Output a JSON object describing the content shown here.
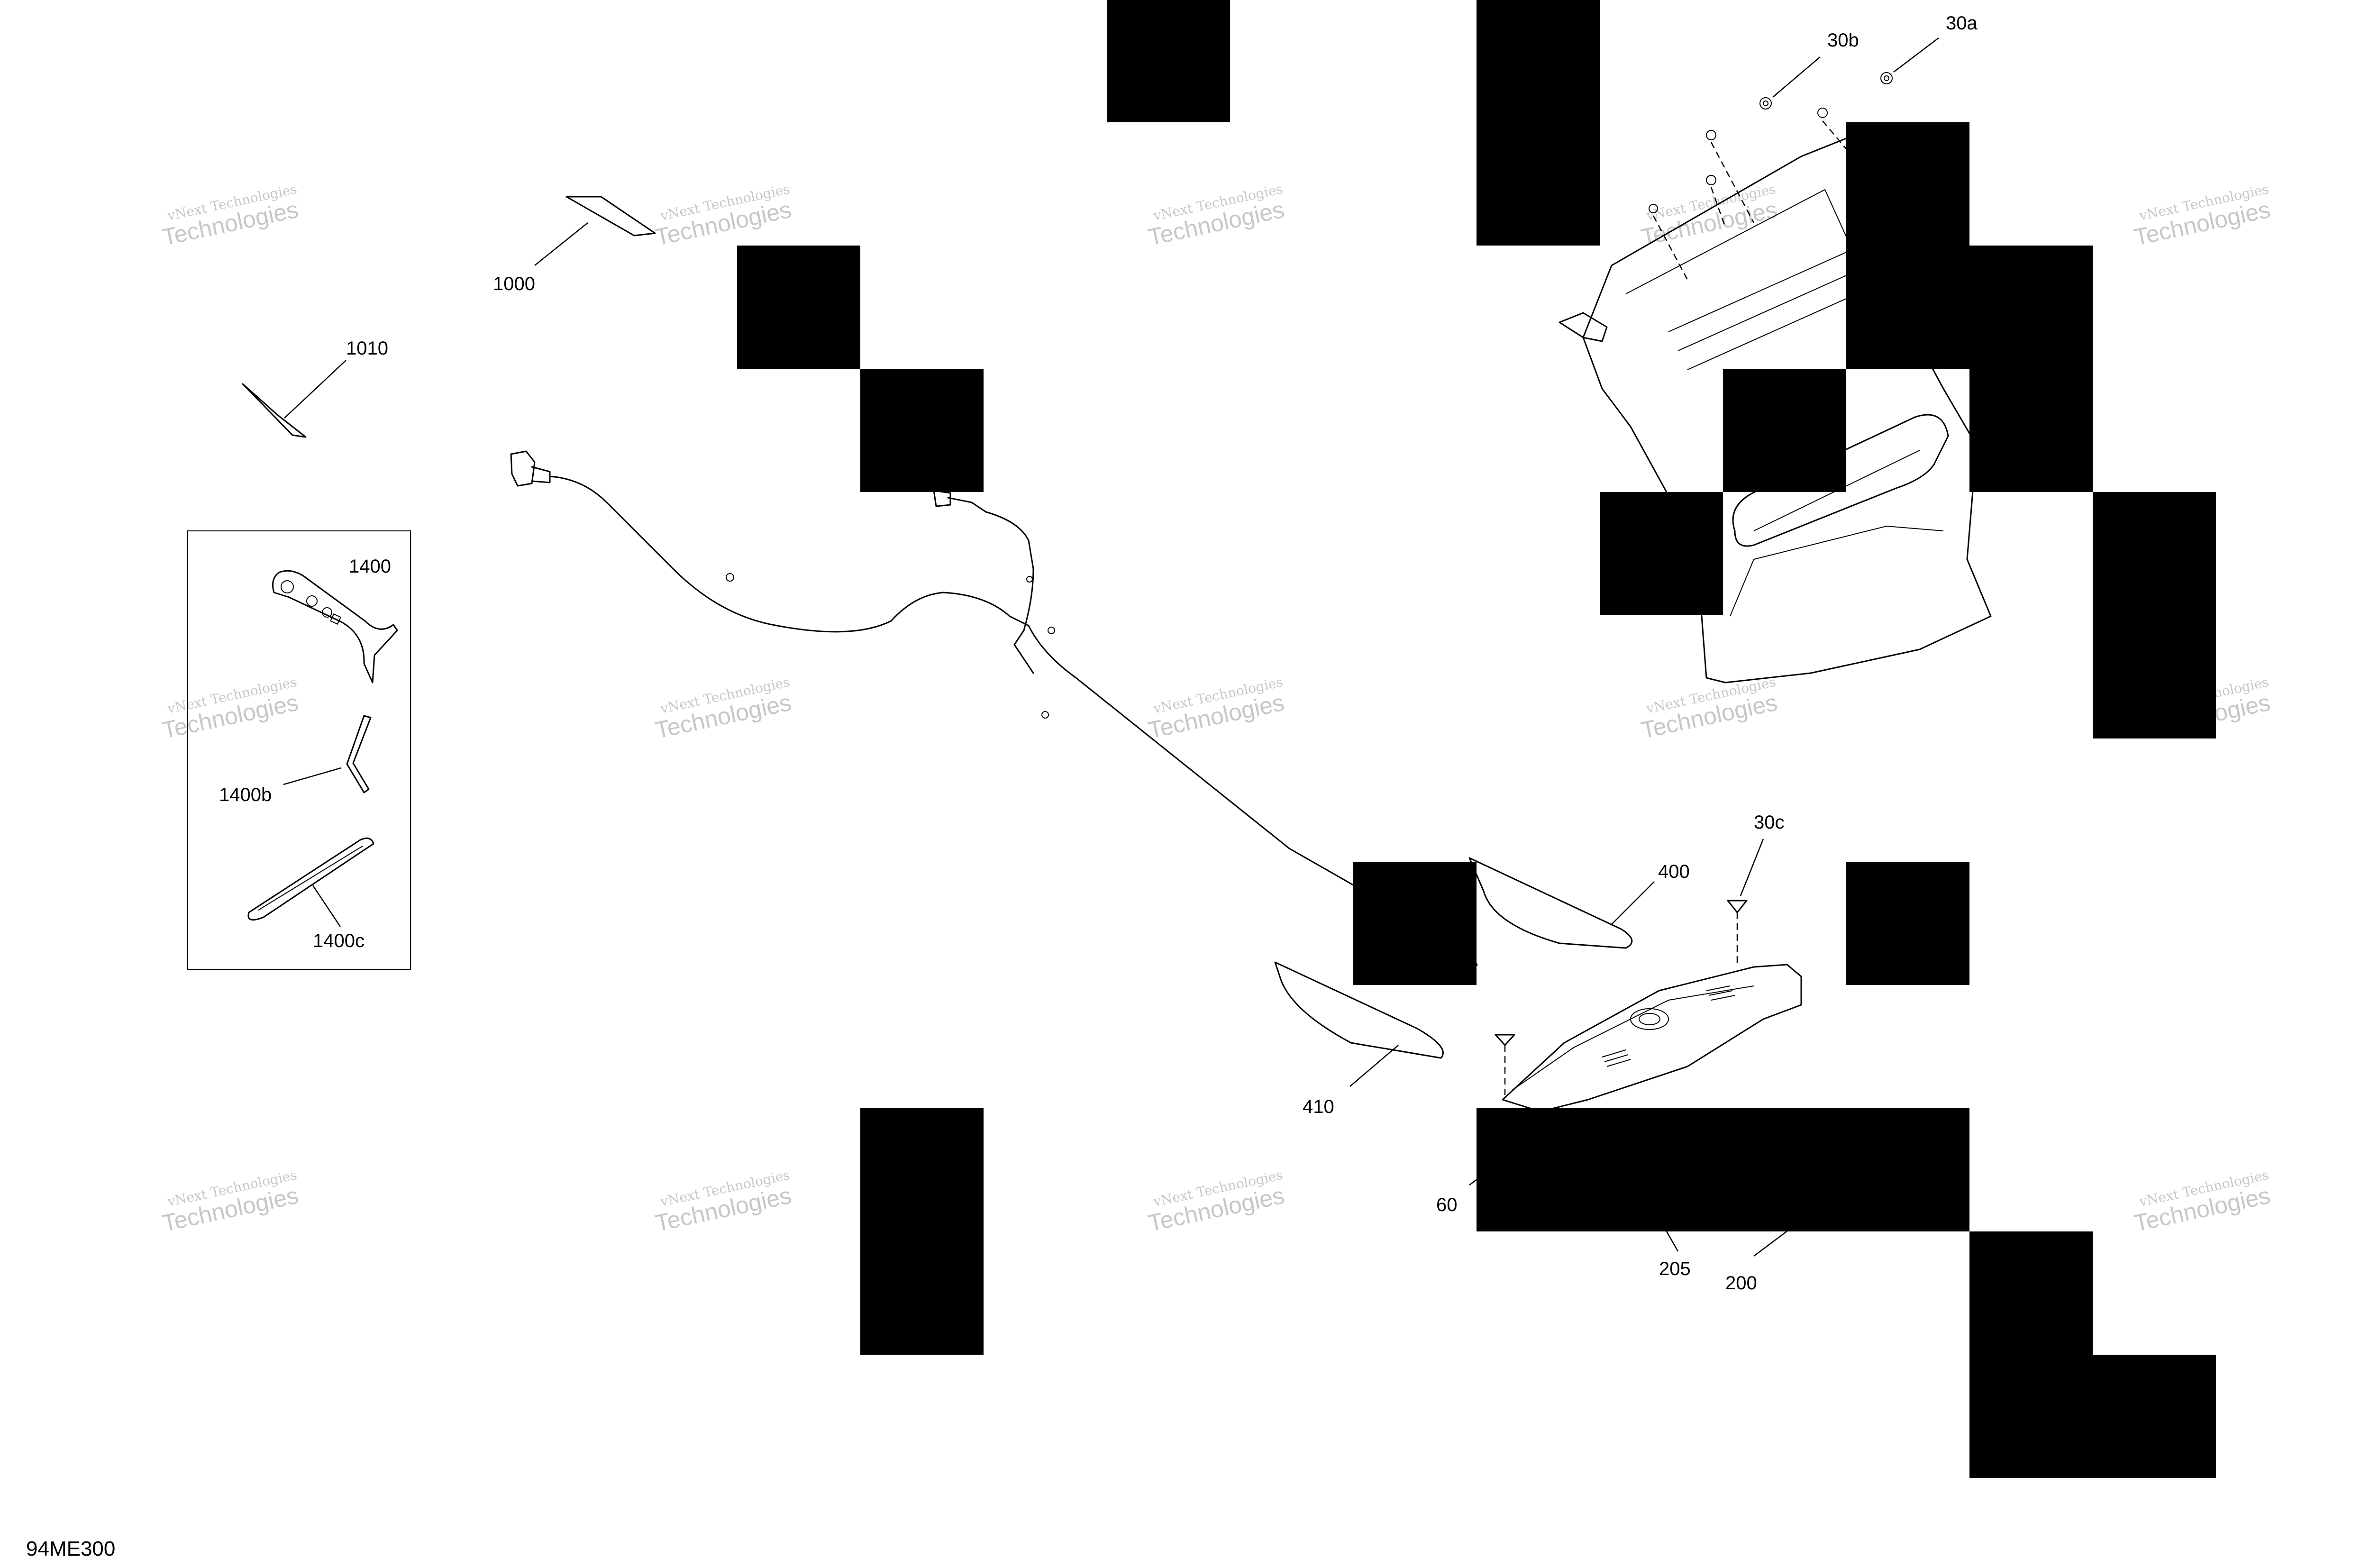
{
  "diagram": {
    "reference_code": "94ME300",
    "watermark": {
      "line1": "vNext Technologies",
      "line2": "Technologies"
    },
    "callouts": {
      "c1000": "1000",
      "c1010": "1010",
      "c1400": "1400",
      "c1400b": "1400b",
      "c1400c": "1400c",
      "c30a": "30a",
      "c30b": "30b",
      "c30c": "30c",
      "c400": "400",
      "c410": "410",
      "c60": "60",
      "c205": "205",
      "c200": "200"
    }
  }
}
